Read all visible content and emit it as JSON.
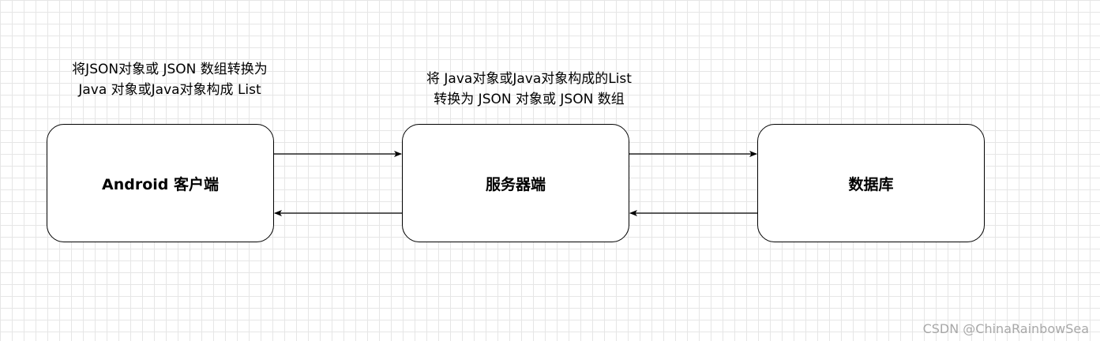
{
  "diagram": {
    "nodes": [
      {
        "id": "android-client",
        "label": "Android 客户端"
      },
      {
        "id": "server",
        "label": "服务器端"
      },
      {
        "id": "database",
        "label": "数据库"
      }
    ],
    "annotations": {
      "left": [
        "将JSON对象或 JSON 数组转换为",
        "Java 对象或Java对象构成 List"
      ],
      "middle": [
        "将 Java对象或Java对象构成的List",
        "转换为 JSON 对象或 JSON 数组"
      ]
    },
    "edges": [
      {
        "from": "android-client",
        "to": "server"
      },
      {
        "from": "server",
        "to": "android-client"
      },
      {
        "from": "server",
        "to": "database"
      },
      {
        "from": "database",
        "to": "server"
      }
    ]
  },
  "watermark": "CSDN @ChinaRainbowSea"
}
